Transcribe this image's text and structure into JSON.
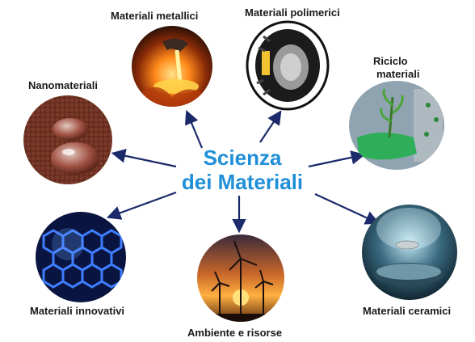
{
  "center": {
    "line1": "Scienza",
    "line2": "dei Materiali"
  },
  "nodes": [
    {
      "label": "Materiali metallici",
      "image": "molten-metal-pouring"
    },
    {
      "label": "Materiali polimerici",
      "image": "rubber-tire"
    },
    {
      "label": "Nanomateriali",
      "image": "water-droplet-on-fabric"
    },
    {
      "label": "Riciclo",
      "label2": "materiali",
      "image": "plant-in-recycled-bottle"
    },
    {
      "label": "Materiali innovativi",
      "image": "graphene-hexagonal-lattice"
    },
    {
      "label": "Ambiente e risorse",
      "image": "wind-turbines-sunset"
    },
    {
      "label": "Materiali ceramici",
      "image": "levitating-superconductor"
    }
  ],
  "colors": {
    "center_text": "#1e8fd8",
    "arrow": "#1c2a6b",
    "label": "#1a1a1a"
  }
}
